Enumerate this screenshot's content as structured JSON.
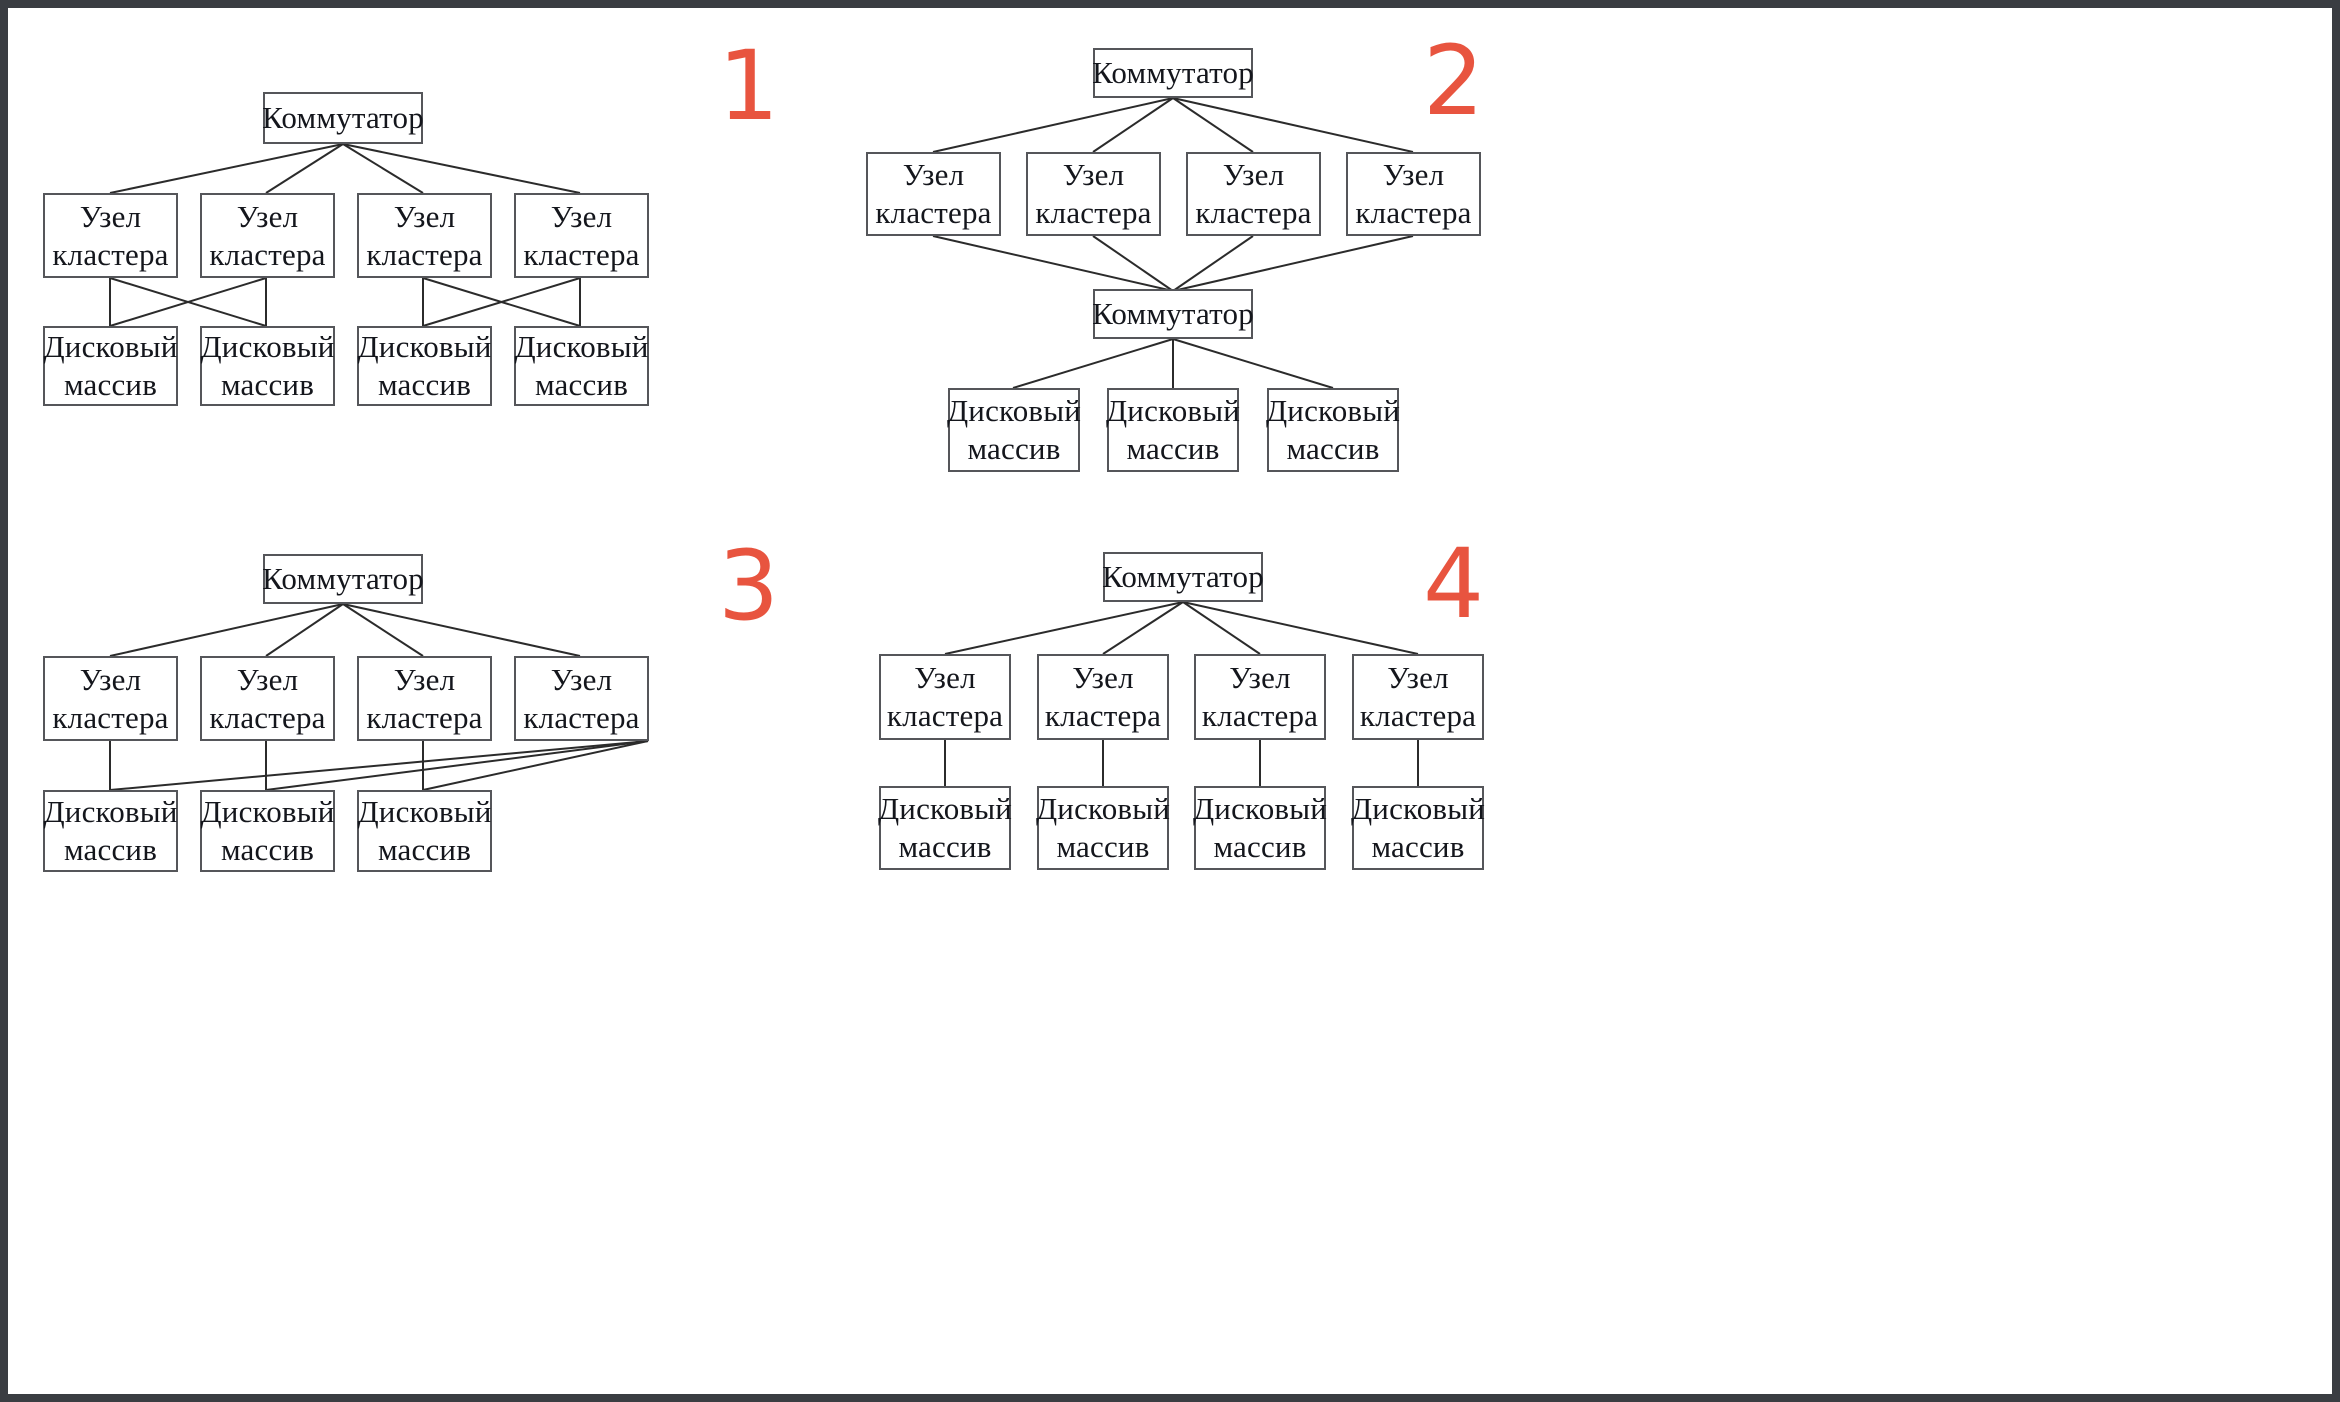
{
  "page": {
    "background": "#ffffff",
    "frame_color": "#3a3d42",
    "accent_color": "#e8543f",
    "box_border_color": "#55565a",
    "line_color": "#2b2b2b"
  },
  "labels": {
    "switch": "Коммутатор",
    "cluster_node": "Узел\nкластера",
    "disk_array": "Дисковый\nмассив"
  },
  "diagrams": [
    {
      "id": "diagram-1",
      "number": "1",
      "description": "Коммутатор соединён с четырьмя узлами кластера; узлы попарно перекрёстно соединены с четырьмя дисковыми массивами",
      "switch_count": 1,
      "cluster_node_count": 4,
      "disk_array_count": 4,
      "topology": "switch-to-4-nodes, crossed pairs nodes-to-disks",
      "nodes": [
        {
          "name": "switch-top",
          "label": "Коммутатор"
        },
        {
          "name": "cluster-node-1",
          "label": "Узел\nкластера"
        },
        {
          "name": "cluster-node-2",
          "label": "Узел\nкластера"
        },
        {
          "name": "cluster-node-3",
          "label": "Узел\nкластера"
        },
        {
          "name": "cluster-node-4",
          "label": "Узел\nкластера"
        },
        {
          "name": "disk-array-1",
          "label": "Дисковый\nмассив"
        },
        {
          "name": "disk-array-2",
          "label": "Дисковый\nмассив"
        },
        {
          "name": "disk-array-3",
          "label": "Дисковый\nмассив"
        },
        {
          "name": "disk-array-4",
          "label": "Дисковый\nмассив"
        }
      ]
    },
    {
      "id": "diagram-2",
      "number": "2",
      "description": "Верхний коммутатор соединён с четырьмя узлами кластера, узлы соединены с нижним коммутатором, который соединён с тремя дисковыми массивами",
      "switch_count": 2,
      "cluster_node_count": 4,
      "disk_array_count": 3,
      "topology": "switch-to-4-nodes, 4-nodes-to-switch, switch-to-3-disks",
      "nodes": [
        {
          "name": "switch-top",
          "label": "Коммутатор"
        },
        {
          "name": "cluster-node-1",
          "label": "Узел\nкластера"
        },
        {
          "name": "cluster-node-2",
          "label": "Узел\nкластера"
        },
        {
          "name": "cluster-node-3",
          "label": "Узел\nкластера"
        },
        {
          "name": "cluster-node-4",
          "label": "Узел\nкластера"
        },
        {
          "name": "switch-bottom",
          "label": "Коммутатор"
        },
        {
          "name": "disk-array-1",
          "label": "Дисковый\nмассив"
        },
        {
          "name": "disk-array-2",
          "label": "Дисковый\nмассив"
        },
        {
          "name": "disk-array-3",
          "label": "Дисковый\nмассив"
        }
      ]
    },
    {
      "id": "diagram-3",
      "number": "3",
      "description": "Коммутатор соединён с четырьмя узлами кластера; три узла соединены со своими дисковыми массивами, четвёртый узел соединён со всеми тремя массивами",
      "switch_count": 1,
      "cluster_node_count": 4,
      "disk_array_count": 3,
      "topology": "switch-to-4-nodes, nodes 1-3 direct to disks 1-3, node 4 fans to all 3 disks",
      "nodes": [
        {
          "name": "switch-top",
          "label": "Коммутатор"
        },
        {
          "name": "cluster-node-1",
          "label": "Узел\nкластера"
        },
        {
          "name": "cluster-node-2",
          "label": "Узел\nкластера"
        },
        {
          "name": "cluster-node-3",
          "label": "Узел\nкластера"
        },
        {
          "name": "cluster-node-4",
          "label": "Узел\nкластера"
        },
        {
          "name": "disk-array-1",
          "label": "Дисковый\nмассив"
        },
        {
          "name": "disk-array-2",
          "label": "Дисковый\nмассив"
        },
        {
          "name": "disk-array-3",
          "label": "Дисковый\nмассив"
        }
      ]
    },
    {
      "id": "diagram-4",
      "number": "4",
      "description": "Коммутатор соединён с четырьмя узлами кластера; каждый узел соединён со своим дисковым массивом",
      "switch_count": 1,
      "cluster_node_count": 4,
      "disk_array_count": 4,
      "topology": "switch-to-4-nodes, one-to-one nodes-to-disks",
      "nodes": [
        {
          "name": "switch-top",
          "label": "Коммутатор"
        },
        {
          "name": "cluster-node-1",
          "label": "Узел\nкластера"
        },
        {
          "name": "cluster-node-2",
          "label": "Узел\nкластера"
        },
        {
          "name": "cluster-node-3",
          "label": "Узел\nкластера"
        },
        {
          "name": "cluster-node-4",
          "label": "Узел\nкластера"
        },
        {
          "name": "disk-array-1",
          "label": "Дисковый\nмассив"
        },
        {
          "name": "disk-array-2",
          "label": "Дисковый\nмассив"
        },
        {
          "name": "disk-array-3",
          "label": "Дисковый\nмассив"
        },
        {
          "name": "disk-array-4",
          "label": "Дисковый\nмассив"
        }
      ]
    }
  ]
}
